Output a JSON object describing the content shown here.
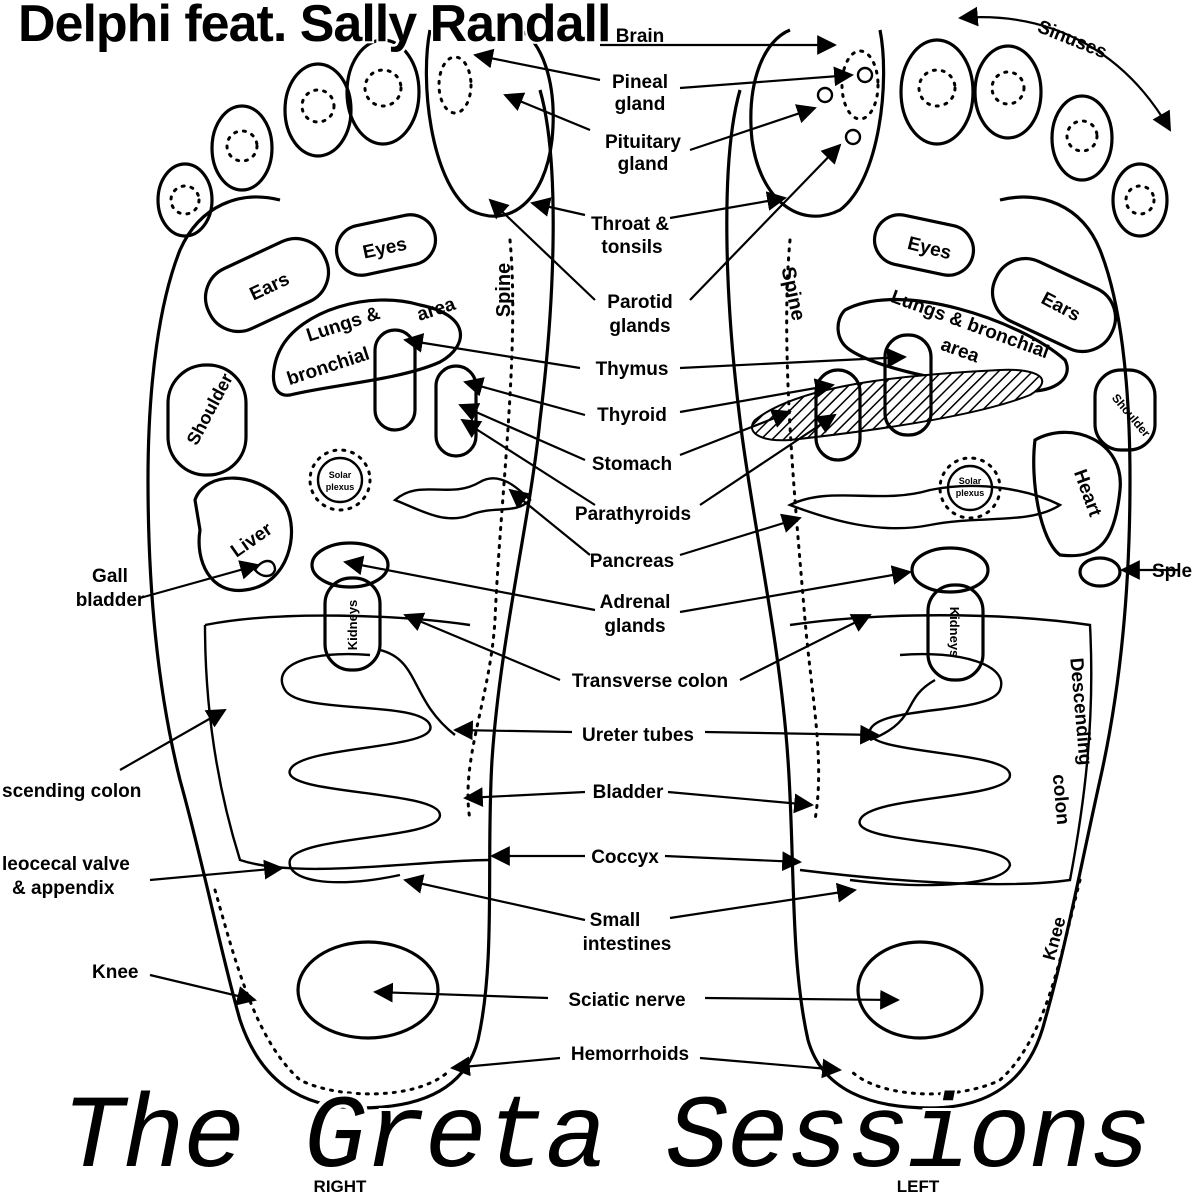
{
  "header": {
    "artist_line": "Delphi feat. Sally Randall"
  },
  "album": {
    "title": "The Greta Sessions"
  },
  "feet": {
    "right": "RIGHT",
    "left": "LEFT"
  },
  "zones": {
    "ears_right": "Ears",
    "eyes_right": "Eyes",
    "shoulder_right": "Shoulder",
    "lungs_right_1": "Lungs &",
    "lungs_right_2": "bronchial",
    "lungs_right_3": "area",
    "solar_right_1": "Solar",
    "solar_right_2": "plexus",
    "liver": "Liver",
    "kidneys_right": "Kidneys",
    "spine_right": "Spine",
    "eyes_left": "Eyes",
    "ears_left": "Ears",
    "shoulder_left": "Shoulder",
    "lungs_left_1": "Lungs & bronchial",
    "lungs_left_2": "area",
    "solar_left_1": "Solar",
    "solar_left_2": "plexus",
    "heart": "Heart",
    "kidneys_left": "Kidneys",
    "spine_left": "Spine",
    "descending_1": "Descending",
    "descending_2": "colon",
    "knee_left": "Knee",
    "sinuses": "Sinuses"
  },
  "labels": {
    "brain_partial": "Brain",
    "pineal_1": "Pineal",
    "pineal_2": "gland",
    "pituitary_1": "Pituitary",
    "pituitary_2": "gland",
    "throat_1": "Throat &",
    "throat_2": "tonsils",
    "parotid_1": "Parotid",
    "parotid_2": "glands",
    "thymus": "Thymus",
    "thyroid": "Thyroid",
    "stomach": "Stomach",
    "parathyroids": "Parathyroids",
    "pancreas": "Pancreas",
    "adrenal_1": "Adrenal",
    "adrenal_2": "glands",
    "transverse": "Transverse colon",
    "ureter": "Ureter tubes",
    "bladder": "Bladder",
    "coccyx": "Coccyx",
    "small_1": "Small",
    "small_2": "intestines",
    "sciatic": "Sciatic nerve",
    "hemorrhoids": "Hemorrhoids",
    "gall_1": "Gall",
    "gall_2": "bladder",
    "ascending": "scending colon",
    "ileocecal_1": "leocecal valve",
    "ileocecal_2": "& appendix",
    "knee_right": "Knee",
    "spleen": "Sple"
  }
}
